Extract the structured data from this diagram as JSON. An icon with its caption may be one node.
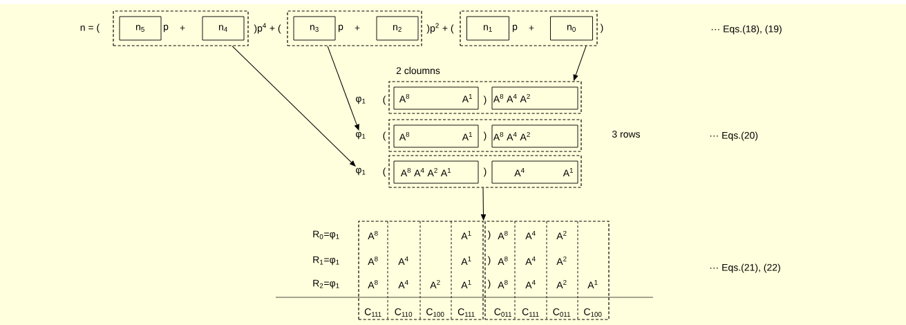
{
  "diagram": {
    "nodes": [
      {
        "text": [],
        "shape": "box"
      },
      {
        "text": [
          "n$_{5}$"
        ],
        "in": 0
      },
      {
        "text": [
          "n$_{4}$"
        ],
        "in": 0
      },
      {
        "text": [],
        "shape": "box"
      },
      {
        "text": [
          "n$_{3}$"
        ],
        "in": 3
      },
      {
        "text": [
          "n$_{2}$"
        ],
        "in": 3
      },
      {
        "text": [],
        "shape": "box"
      },
      {
        "text": [
          "n$_{1}$"
        ],
        "in": 6
      },
      {
        "text": [
          "n$_{0}$"
        ],
        "in": 6
      },
      {
        "text": [],
        "shape": "box"
      },
      {
        "text": [
          "A$^{8}$",
          "A$^{1}$"
        ],
        "in": 9
      },
      {
        "text": [
          "A$^{8}$ A$^{4}$ A$^{2}$"
        ],
        "in": 9
      },
      {
        "text": [
          "φ$_{1}$"
        ]
      },
      {
        "text": [],
        "shape": "box"
      },
      {
        "text": [
          "A$^{8}$",
          "A$^{1}$"
        ],
        "in": 13
      },
      {
        "text": [
          "A$^{8}$ A$^{4}$ A$^{2}$"
        ],
        "in": 13
      },
      {
        "text": [
          "φ$_{1}$"
        ]
      },
      {
        "text": [],
        "shape": "box"
      },
      {
        "text": [
          "A$^{8}$ A$^{4}$ A$^{2}$ A$^{1}$"
        ],
        "in": 17
      },
      {
        "text": [
          "A$^{4}$",
          "A$^{1}$"
        ],
        "in": 17
      },
      {
        "text": [],
        "shape": "box"
      },
      {
        "text": [],
        "shape": "box"
      }
    ],
    "edges": [
      {
        "from": 0,
        "to": 16,
        "arrow": "to"
      },
      {
        "from": 3,
        "to": 12,
        "arrow": "to"
      },
      {
        "from": 6,
        "to": 9,
        "arrow": "to"
      },
      {
        "from": 17,
        "to": 20,
        "arrow": "to"
      }
    ],
    "labels": [
      "n = (",
      "p",
      "+",
      ")p$^{4}$ + (",
      "p",
      "+",
      ")p$^{2}$ + (",
      "p",
      "+",
      ")",
      "··· Eqs.(18), (19)",
      "2 cloumns",
      "φ$_{1}$",
      "(",
      ")",
      "(",
      ")",
      "3 rows",
      "··· Eqs.(20)",
      "(",
      ")",
      "R$_{0}$=φ$_{1}$",
      "A$^{8}$",
      "A$^{1}$",
      ")",
      "A$^{8}$",
      "A$^{4}$",
      "A$^{2}$",
      "R$_{1}$=φ$_{1}$",
      "A$^{8}$",
      "A$^{4}$",
      "A$^{1}$",
      ")",
      "A$^{8}$",
      "A$^{4}$",
      "A$^{2}$",
      "R$_{2}$=φ$_{1}$",
      "A$^{8}$",
      "A$^{4}$",
      "A$^{2}$",
      "A$^{1}$",
      ")",
      "A$^{8}$",
      "A$^{4}$",
      "A$^{2}$",
      "A$^{1}$",
      "··· Eqs.(21), (22)",
      "C$_{111}$",
      "C$_{110}$",
      "C$_{100}$",
      "C$_{111}$",
      "C$_{011}$",
      "C$_{111}$",
      "C$_{011}$",
      "C$_{100}$"
    ]
  }
}
